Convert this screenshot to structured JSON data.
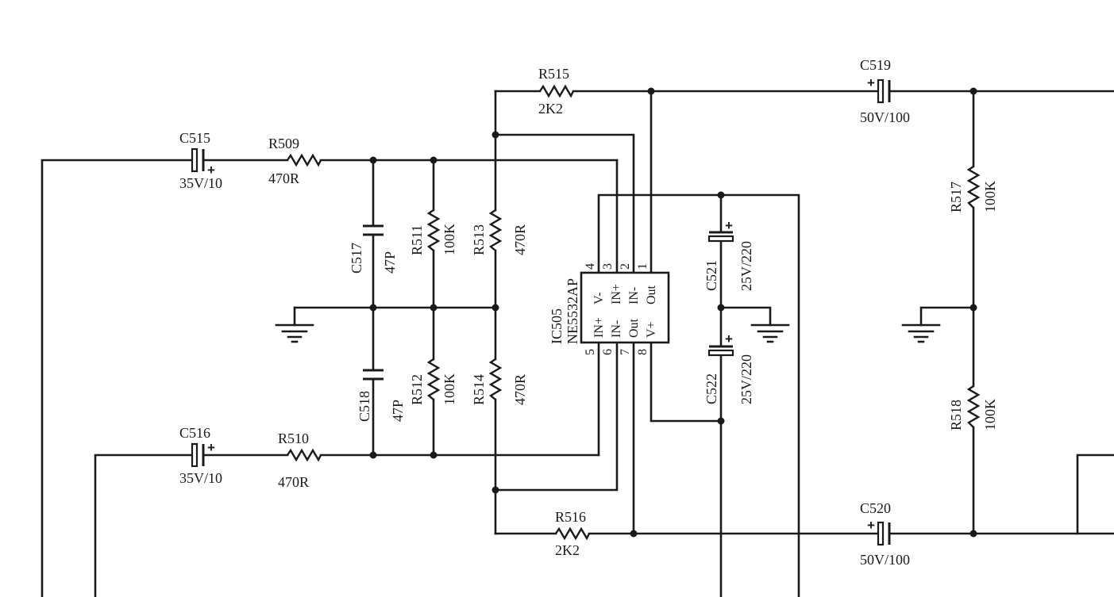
{
  "components": {
    "c515": {
      "ref": "C515",
      "value": "35V/10"
    },
    "c516": {
      "ref": "C516",
      "value": "35V/10"
    },
    "r509": {
      "ref": "R509",
      "value": "470R"
    },
    "r510": {
      "ref": "R510",
      "value": "470R"
    },
    "c517": {
      "ref": "C517",
      "value": "47P"
    },
    "c518": {
      "ref": "C518",
      "value": "47P"
    },
    "r511": {
      "ref": "R511",
      "value": "100K"
    },
    "r512": {
      "ref": "R512",
      "value": "100K"
    },
    "r513": {
      "ref": "R513",
      "value": "470R"
    },
    "r514": {
      "ref": "R514",
      "value": "470R"
    },
    "r515": {
      "ref": "R515",
      "value": "2K2"
    },
    "r516": {
      "ref": "R516",
      "value": "2K2"
    },
    "c519": {
      "ref": "C519",
      "value": "50V/100"
    },
    "c520": {
      "ref": "C520",
      "value": "50V/100"
    },
    "c521": {
      "ref": "C521",
      "value": "25V/220"
    },
    "c522": {
      "ref": "C522",
      "value": "25V/220"
    },
    "r517": {
      "ref": "R517",
      "value": "100K"
    },
    "r518": {
      "ref": "R518",
      "value": "100K"
    }
  },
  "ic": {
    "ref": "IC505",
    "part": "NE5532AP",
    "pins_top": [
      "IN+",
      "IN-",
      "Out",
      "V+"
    ],
    "pins_bottom": [
      "V-",
      "IN+",
      "IN-",
      "Out"
    ],
    "pin_numbers_top": [
      "4",
      "3",
      "2",
      "1"
    ],
    "pin_numbers_bottom": [
      "5",
      "6",
      "7",
      "8"
    ]
  },
  "polarity_mark": "+"
}
